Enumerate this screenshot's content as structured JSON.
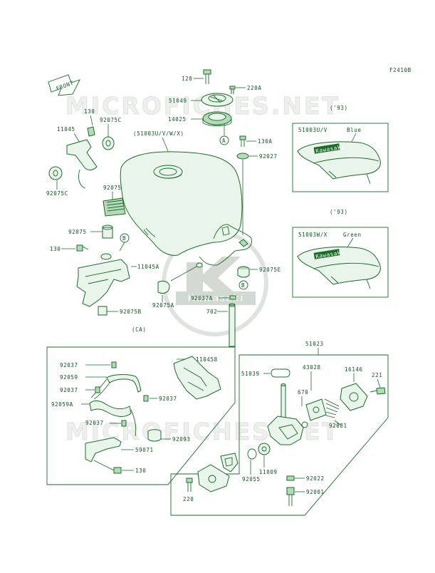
{
  "figure_code": "F2410B",
  "watermark": {
    "text": "MICROFICHES.NET",
    "logo": "Kawasaki"
  },
  "front_arrow_label": "FRONT",
  "variant_blue": {
    "year": "('93)",
    "model": "51003U/V",
    "color": "Blue",
    "decal": "Kawasaki"
  },
  "variant_green": {
    "year": "('93)",
    "model": "51003W/X",
    "color": "Green",
    "decal": "Kawasaki"
  },
  "tank_label": "(51003U/V/W/X)",
  "section_ca": "(CA)",
  "callouts": {
    "c120": "120",
    "c220a": "220A",
    "c51049": "51049",
    "c14025": "14025",
    "c130a": "130A",
    "c92027": "92027",
    "c130_top": "130",
    "c92075c_top": "92075C",
    "c11045": "11045",
    "c92075c_bot": "92075C",
    "c92075d": "92075D",
    "c92075": "92075",
    "c130_mid": "130",
    "c11045a": "11045A",
    "c92075b": "92075B",
    "c92075a": "92075A",
    "c92037a": "92037A",
    "c702": "702",
    "c92075e": "92075E",
    "c51023": "51023",
    "c51039": "51039",
    "c43028": "43028",
    "c16146": "16146",
    "c221": "221",
    "c670": "670",
    "c92081": "92081",
    "c11009": "11009",
    "c92055": "92055",
    "c92022": "92022",
    "c92001": "92001",
    "c220": "220",
    "ca_92037_a": "92037",
    "ca_92059": "92059",
    "ca_92037_b": "92037",
    "ca_92059a": "92059A",
    "ca_92037_c": "92037",
    "ca_92037_d": "92037",
    "ca_110458": "110458",
    "ca_92093": "92093",
    "ca_59071": "59071",
    "ca_130": "130"
  },
  "markers": {
    "A": "A",
    "B": "B"
  }
}
